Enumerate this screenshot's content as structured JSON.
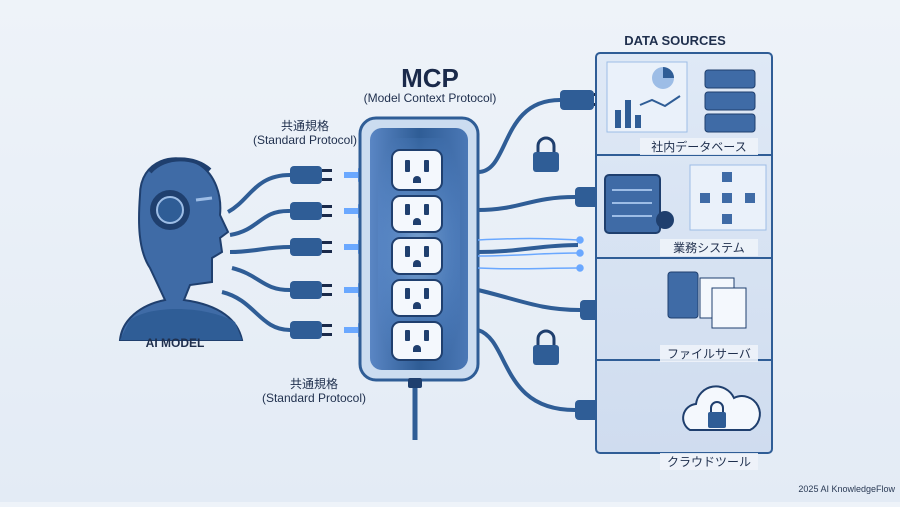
{
  "mcp": {
    "title": "MCP",
    "subtitle": "(Model Context Protocol)"
  },
  "standard_protocol_top": {
    "ja": "共通規格",
    "en": "(Standard Protocol)"
  },
  "standard_protocol_bottom": {
    "ja": "共通規格",
    "en": "(Standard Protocol)"
  },
  "ai_model": {
    "label": "AI MODEL"
  },
  "data_sources": {
    "title": "DATA SOURCES",
    "items": [
      {
        "label": "社内データベース",
        "icon": "database-icon"
      },
      {
        "label": "業務システム",
        "icon": "server-gear-icon"
      },
      {
        "label": "ファイルサーバ",
        "icon": "file-server-icon"
      },
      {
        "label": "クラウドツール",
        "icon": "cloud-lock-icon"
      }
    ]
  },
  "credit": "2025 AI KnowledgeFlow",
  "colors": {
    "primary": "#2f5d96",
    "dark": "#1a2a4a",
    "light_blue": "#9dbde6",
    "glow": "#6aa8ff",
    "background": "#eef3f9"
  }
}
